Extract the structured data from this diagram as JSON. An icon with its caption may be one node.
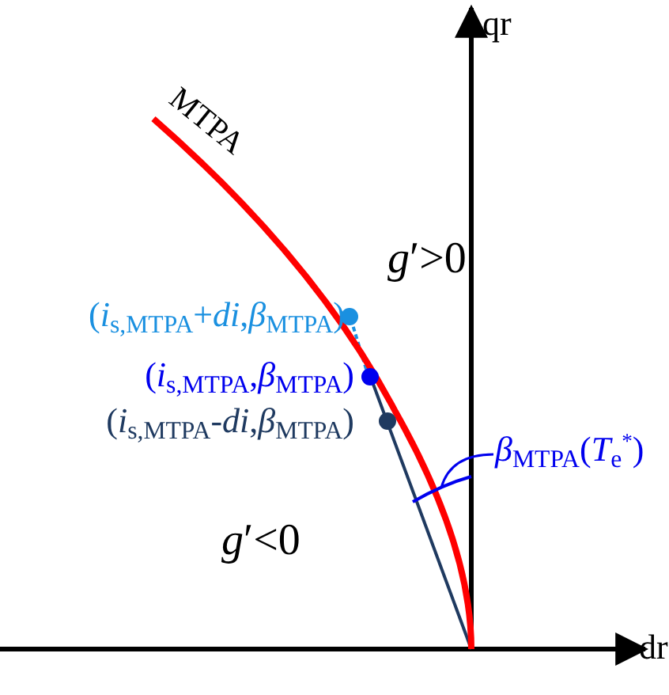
{
  "diagram": {
    "nodes": [
      {
        "text": [
          "*β*$_{MTPA}$(*T*$_{e}$$^{*}$)"
        ]
      },
      {
        "text": [],
        "shape": "arc"
      }
    ],
    "edges": [
      {
        "from": 0,
        "to": 1,
        "arrow": "none"
      }
    ],
    "labels": [
      "qr",
      "MTPA",
      "*g*′>0",
      "(*i*$_{s,MTPA}$+*di*,*β*$_{MTPA}$)",
      "(*i*$_{s,MTPA}$,*β*$_{MTPA}$)",
      "(*i*$_{s,MTPA}$-*di*,*β*$_{MTPA}$)",
      "*g*′<0",
      "dr"
    ]
  }
}
